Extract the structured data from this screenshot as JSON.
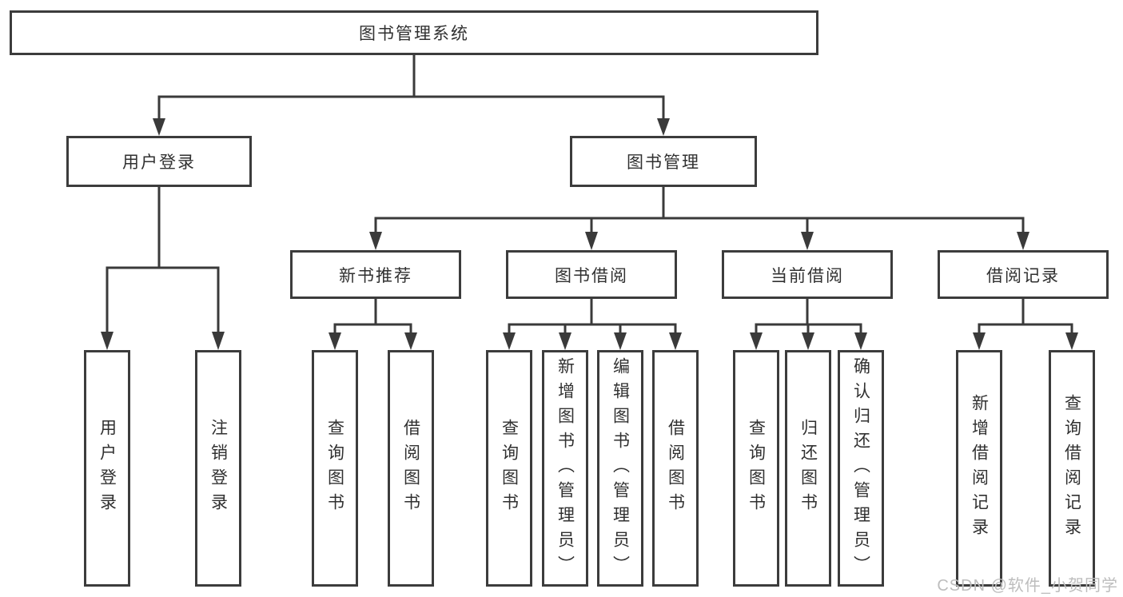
{
  "diagram": {
    "root": {
      "label": "图书管理系统"
    },
    "branches": [
      {
        "label": "用户登录",
        "children": [
          {
            "label": "用户登录"
          },
          {
            "label": "注销登录"
          }
        ]
      },
      {
        "label": "图书管理",
        "children": [
          {
            "label": "新书推荐",
            "children": [
              {
                "label": "查询图书"
              },
              {
                "label": "借阅图书"
              }
            ]
          },
          {
            "label": "图书借阅",
            "children": [
              {
                "label": "查询图书"
              },
              {
                "label": "新增图书（管理员）"
              },
              {
                "label": "编辑图书（管理员）"
              },
              {
                "label": "借阅图书"
              }
            ]
          },
          {
            "label": "当前借阅",
            "children": [
              {
                "label": "查询图书"
              },
              {
                "label": "归还图书"
              },
              {
                "label": "确认归还（管理员）"
              }
            ]
          },
          {
            "label": "借阅记录",
            "children": [
              {
                "label": "新增借阅记录"
              },
              {
                "label": "查询借阅记录"
              }
            ]
          }
        ]
      }
    ],
    "watermark": {
      "text": "CSDN @软件_小贺同学"
    },
    "colors": {
      "line": "#3a3a3a",
      "text": "#303030",
      "background": "#ffffff",
      "watermark": "#bdbdbd"
    }
  }
}
